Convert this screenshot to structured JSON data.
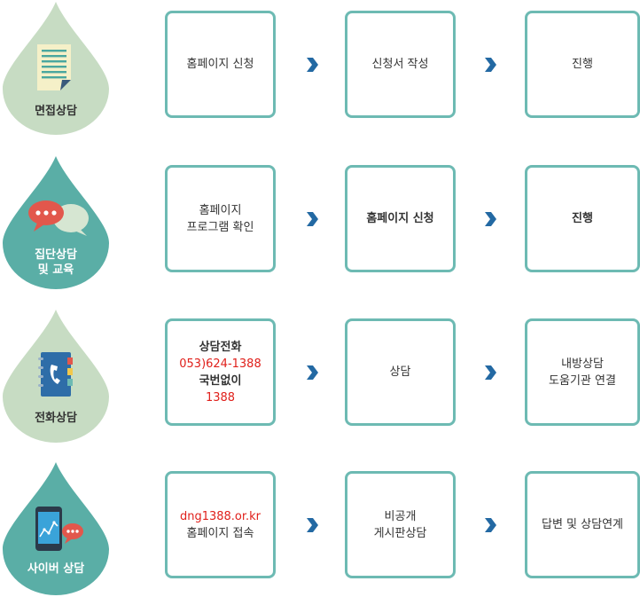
{
  "colors": {
    "light_drop": "#c7dcc3",
    "dark_drop": "#5aaea6",
    "box_border": "#6dbab3",
    "arrow": "#2369a3",
    "highlight": "#e0201b"
  },
  "rows": [
    {
      "label_lines": [
        "면접상담"
      ],
      "icon": "document-icon",
      "step1": [
        "홈페이지 신청"
      ],
      "step2": [
        "신청서 작성"
      ],
      "step3": [
        "진행"
      ]
    },
    {
      "label_lines": [
        "집단상담",
        "및 교육"
      ],
      "icon": "speech-bubbles-icon",
      "step1": [
        "홈페이지",
        "프로그램 확인"
      ],
      "step2": [
        "홈페이지 신청"
      ],
      "step3": [
        "진행"
      ]
    },
    {
      "label_lines": [
        "전화상담"
      ],
      "icon": "phonebook-icon",
      "step1_title": "상담전화",
      "step1_phone": "053)624-1388",
      "step1_prefix": "국번없이 ",
      "step1_number": "1388",
      "step2": [
        "상담"
      ],
      "step3": [
        "내방상담",
        "도움기관 연결"
      ]
    },
    {
      "label_lines": [
        "사이버 상담"
      ],
      "icon": "smartphone-chat-icon",
      "step1_url": "dng1388.or.kr",
      "step1_text": "홈페이지 접속",
      "step2": [
        "비공개",
        "게시판상담"
      ],
      "step3": [
        "답변 및 상담연계"
      ]
    }
  ]
}
